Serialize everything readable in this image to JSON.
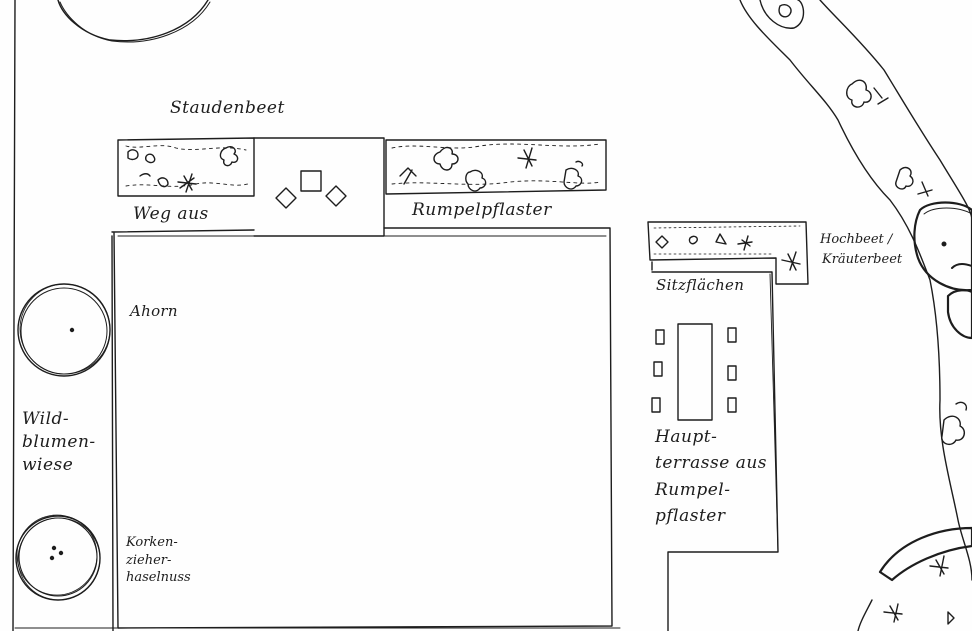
{
  "labels": {
    "staudenbeet": "Staudenbeet",
    "weg_aus": "Weg aus",
    "rumpelpflaster": "Rumpelpflaster",
    "hochbeet_line1": "Hochbeet /",
    "hochbeet_line2": "Kräuterbeet",
    "sitzflaechen": "Sitzflächen",
    "ahorn": "Ahorn",
    "wildblumen": [
      "Wild-",
      "blumen-",
      "wiese"
    ],
    "korkenzieher": [
      "Korken-",
      "zieher-",
      "haselnuss"
    ],
    "hauptterrasse": [
      "Haupt-",
      "terrasse aus",
      "Rumpel-",
      "pflaster"
    ]
  },
  "colors": {
    "ink": "#1d1d1d",
    "paper": "#fefefe"
  }
}
